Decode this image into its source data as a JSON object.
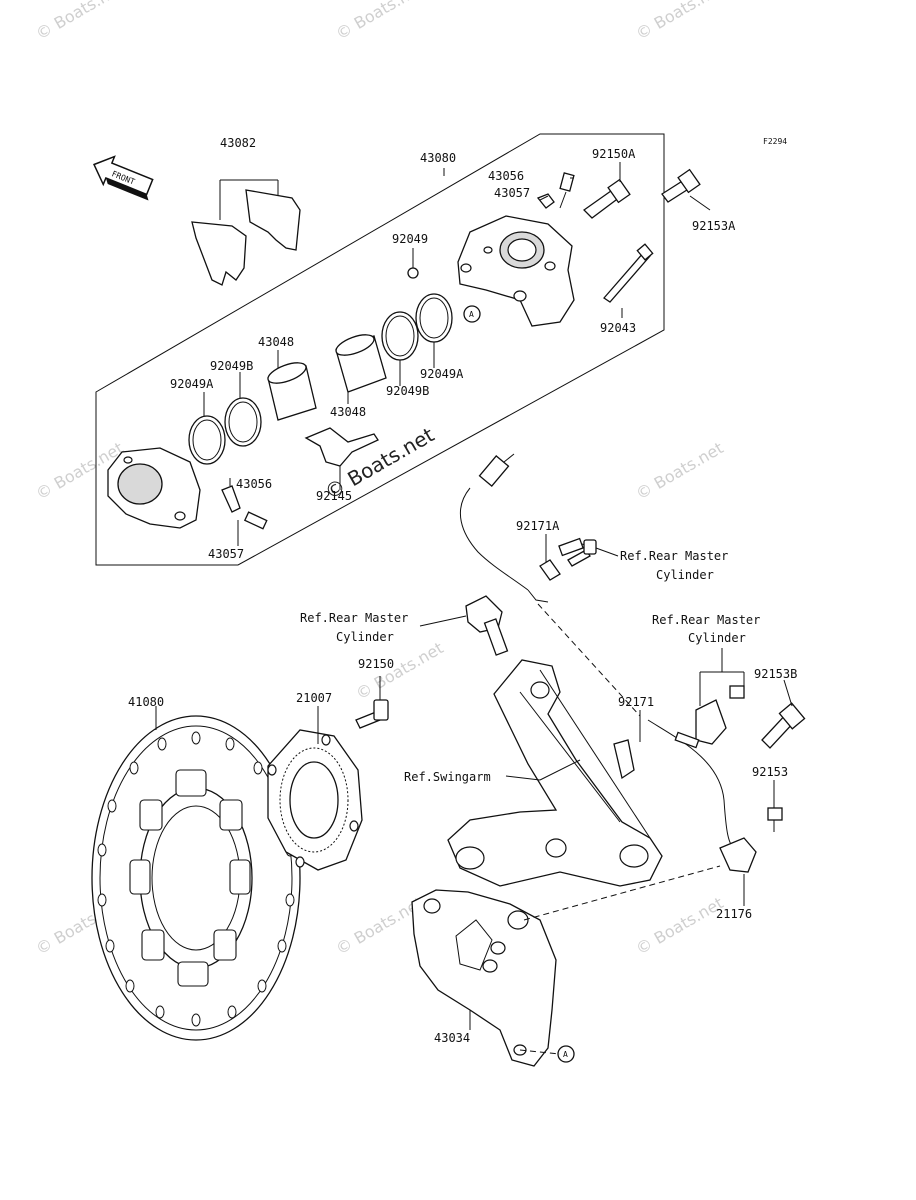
{
  "figure_code": "F2294",
  "front_label": "FRONT",
  "watermarks": [
    "© Boats.net",
    "© Boats.net",
    "© Boats.net",
    "© Boats.net",
    "© Boats.net",
    "© Boats.net",
    "© Boats.net",
    "© Boats.net",
    "© Boats.net"
  ],
  "center_watermark": "© Boats.net",
  "marker_a": "A",
  "labels": {
    "p43082": "43082",
    "p43080": "43080",
    "p43056_top": "43056",
    "p43057_top": "43057",
    "p92150A": "92150A",
    "p92153A": "92153A",
    "p92049": "92049",
    "p92043": "92043",
    "p43048_top": "43048",
    "p92049B_left": "92049B",
    "p92049A_left": "92049A",
    "p92049A_right": "92049A",
    "p92049B_right": "92049B",
    "p43048_mid": "43048",
    "p92145": "92145",
    "p43056_low": "43056",
    "p43057_low": "43057",
    "p92171A": "92171A",
    "ref_master_1a": "Ref.Rear Master",
    "ref_master_1b": "Cylinder",
    "ref_master_2a": "Ref.Rear Master",
    "ref_master_2b": "Cylinder",
    "ref_master_3a": "Ref.Rear Master",
    "ref_master_3b": "Cylinder",
    "p92150": "92150",
    "p41080": "41080",
    "p21007": "21007",
    "p92171": "92171",
    "p92153B": "92153B",
    "ref_swingarm": "Ref.Swingarm",
    "p92153": "92153",
    "p21176": "21176",
    "p43034": "43034"
  }
}
